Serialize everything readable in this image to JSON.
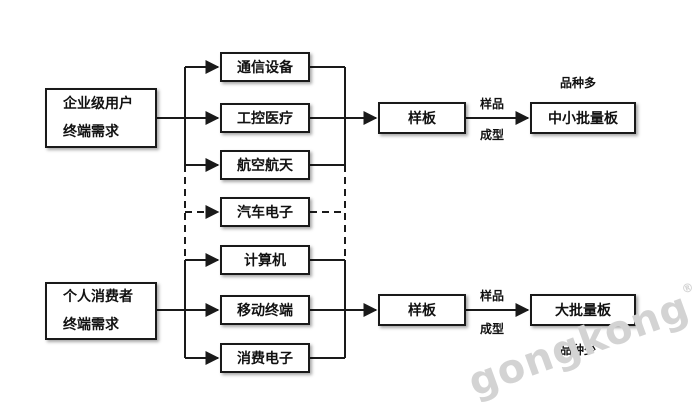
{
  "sources": {
    "enterprise": {
      "line1": "企业级用户",
      "line2": "终端需求"
    },
    "consumer": {
      "line1": "个人消费者",
      "line2": "终端需求"
    }
  },
  "applications": {
    "comm": "通信设备",
    "industrial": "工控医疗",
    "aerospace": "航空航天",
    "automotive": "汽车电子",
    "computer": "计算机",
    "mobile": "移动终端",
    "consumer_electronics": "消费电子"
  },
  "stages": {
    "sample_top": "样板",
    "sample_bottom": "样板"
  },
  "outputs": {
    "mid_volume": "中小批量板",
    "high_volume": "大批量板"
  },
  "labels": {
    "top_sample": "样品",
    "top_forming": "成型",
    "top_variety": "品种多",
    "bottom_sample": "样品",
    "bottom_forming": "成型",
    "bottom_variety": "品种少"
  },
  "watermark": {
    "text": "gongkong",
    "mark": "®"
  },
  "colors": {
    "line": "#1a1a1a",
    "watermark": "#d3d3d3"
  }
}
